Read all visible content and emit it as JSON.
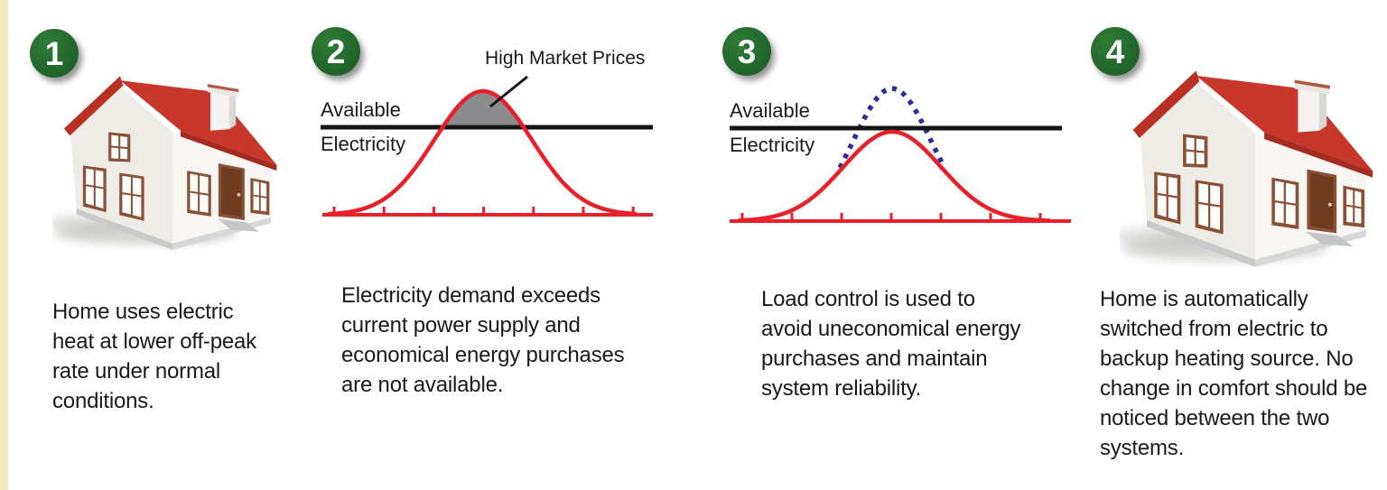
{
  "colors": {
    "strip_yellow": "#F3EBBB",
    "badge_green": "#20632A",
    "curve_red": "#E8202B",
    "dotted_blue": "#2B2F9E",
    "line_black": "#141414",
    "surplus_gray": "#8C8C8E",
    "roof_red": "#C8372B",
    "text_color": "#1A1A1A"
  },
  "steps": [
    {
      "number": "1",
      "illustration": "house",
      "caption": "Home uses electric heat at lower off-peak rate under normal conditions."
    },
    {
      "number": "2",
      "illustration": "demand-exceeds-supply-chart",
      "caption": "Electricity demand exceeds current power supply and economical energy purchases are not available."
    },
    {
      "number": "3",
      "illustration": "load-control-chart",
      "caption": "Load control is used to avoid uneconomical energy purchases and maintain system reliability."
    },
    {
      "number": "4",
      "illustration": "house",
      "caption": "Home is automatically switched from electric to backup heating source. No change in comfort should be noticed between the two systems."
    }
  ],
  "charts": {
    "step2": {
      "label_available": "Available",
      "label_electricity": "Electricity",
      "annotation": "High Market Prices"
    },
    "step3": {
      "label_available": "Available",
      "label_electricity": "Electricity"
    }
  },
  "chart_data": [
    {
      "type": "area",
      "title": "",
      "xlabel": "",
      "ylabel": "",
      "annotations": [
        "High Market Prices"
      ],
      "axis_reference_label": "Available Electricity",
      "series": [
        {
          "name": "Electricity demand",
          "shape": "bell curve",
          "style": "solid",
          "color": "#E8202B"
        },
        {
          "name": "Available electricity limit",
          "shape": "horizontal line",
          "style": "solid",
          "color": "#141414"
        },
        {
          "name": "Demand exceeding available supply (high market prices)",
          "shape": "shaded area between curve peak and limit line",
          "style": "filled",
          "color": "#8C8C8E"
        }
      ],
      "grid": false,
      "legend_position": "none"
    },
    {
      "type": "line",
      "title": "",
      "xlabel": "",
      "ylabel": "",
      "annotations": [],
      "axis_reference_label": "Available Electricity",
      "series": [
        {
          "name": "Uncontrolled demand (avoided)",
          "shape": "bell curve peak above limit",
          "style": "dotted",
          "color": "#2B2F9E"
        },
        {
          "name": "Controlled demand with load control",
          "shape": "bell curve peak at limit",
          "style": "solid",
          "color": "#E8202B"
        },
        {
          "name": "Available electricity limit",
          "shape": "horizontal line",
          "style": "solid",
          "color": "#141414"
        }
      ],
      "grid": false,
      "legend_position": "none"
    }
  ]
}
